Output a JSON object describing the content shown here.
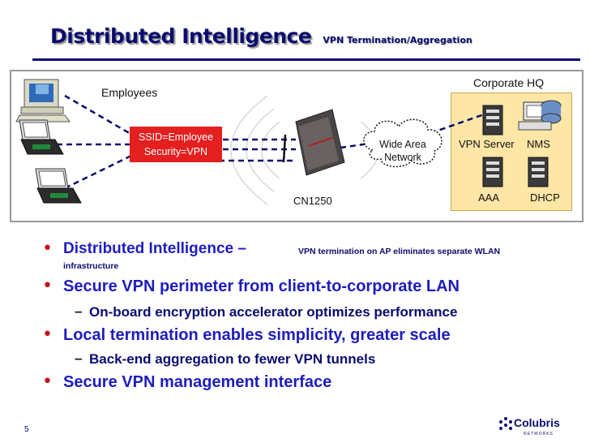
{
  "header": {
    "title": "Distributed Intelligence",
    "subtitle": "VPN Termination/Aggregation"
  },
  "diagram": {
    "employees_label": "Employees",
    "ssid_line1": "SSID=Employee",
    "ssid_line2": "Security=VPN",
    "ap_label": "CN1250",
    "wan_line1": "Wide Area",
    "wan_line2": "Network",
    "hq_label": "Corporate HQ",
    "servers": {
      "vpn": "VPN Server",
      "nms": "NMS",
      "aaa": "AAA",
      "dhcp": "DHCP"
    }
  },
  "bullets": {
    "b1_main": "Distributed Intelligence –",
    "b1_small": "VPN termination on AP eliminates separate WLAN",
    "b1_small2": "infrastructure",
    "b2": "Secure VPN perimeter from client-to-corporate LAN",
    "b2_sub": "On-board encryption accelerator optimizes performance",
    "b3": "Local termination enables simplicity, greater scale",
    "b3_sub": "Back-end aggregation to fewer VPN tunnels",
    "b4": "Secure VPN management interface"
  },
  "footer": {
    "page_number": "5",
    "logo_text": "Colubris",
    "logo_tag": "NETWORKS"
  },
  "colors": {
    "title": "#0b0b6e",
    "bullet_text": "#1d1dbd",
    "bullet_dot": "#c4121a",
    "ssid_box": "#e41f1f",
    "hq_box": "#fde6a6"
  }
}
